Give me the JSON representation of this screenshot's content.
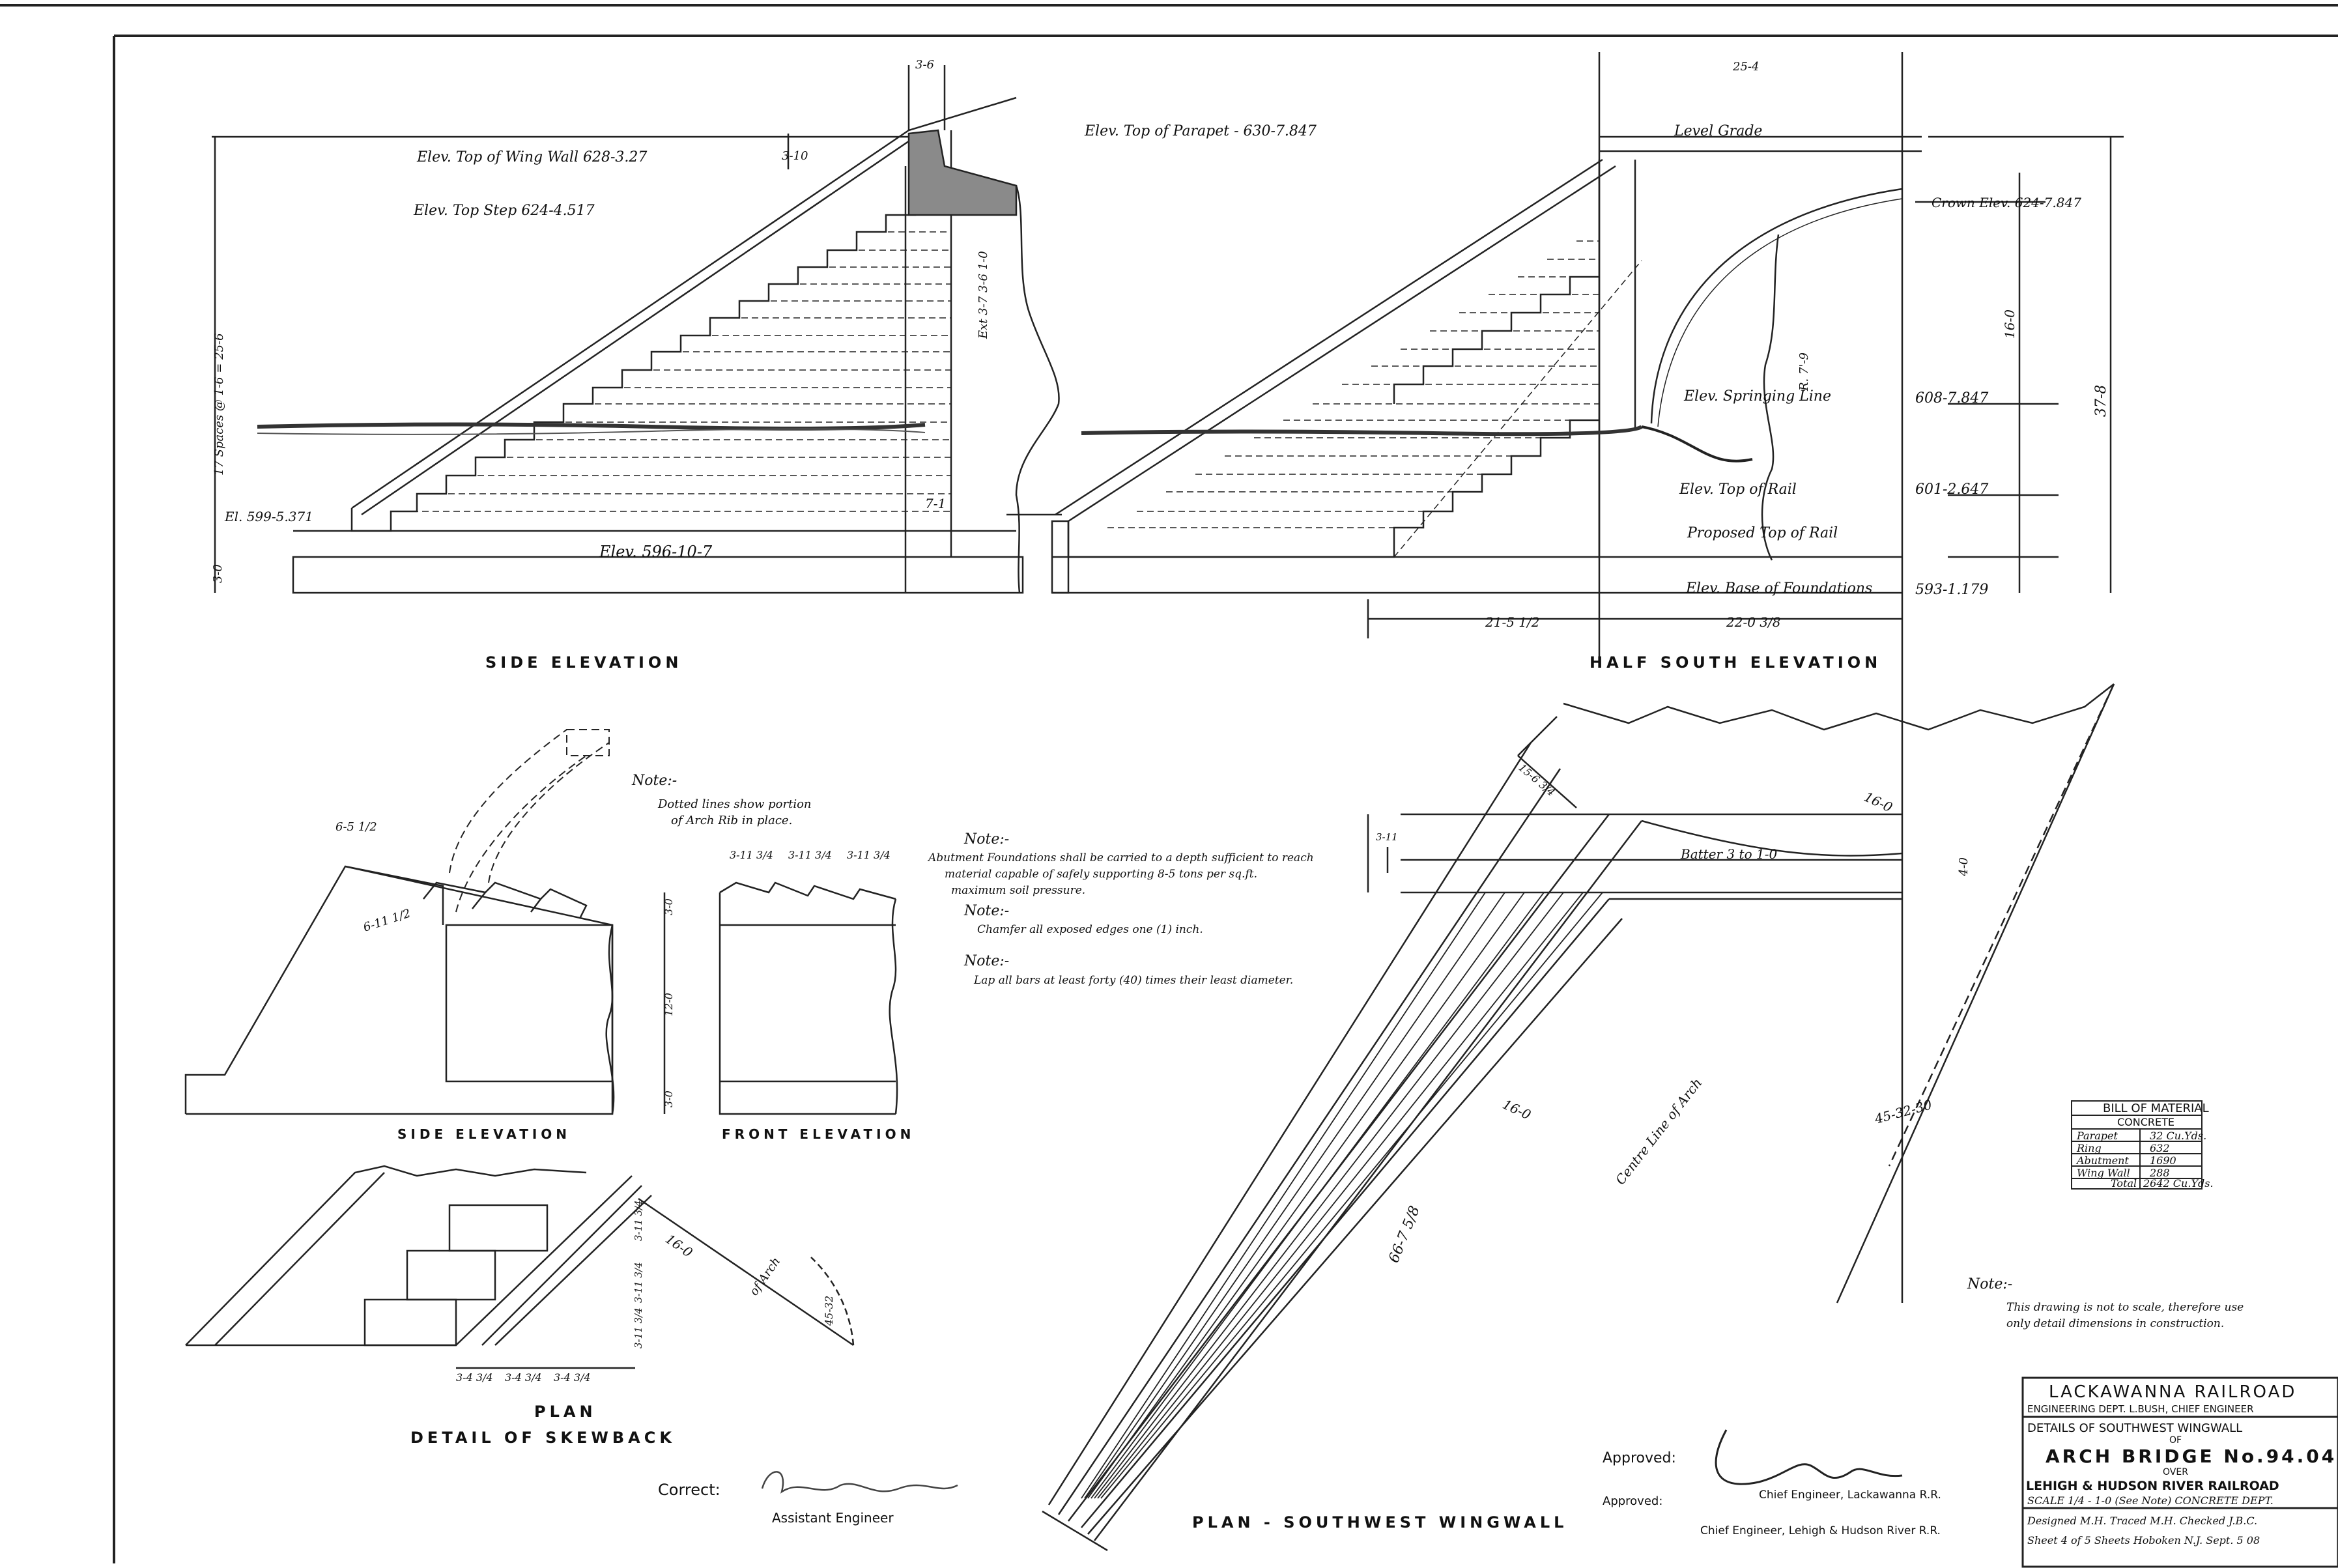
{
  "side_elevation": {
    "title": "SIDE ELEVATION",
    "elev_top_wing_wall": "Elev. Top of Wing Wall 628-3.27",
    "elev_top_step": "Elev. Top Step     624-4.517",
    "elev_base": "Elev. 596-10-7",
    "el_bottom": "El. 599-5.371",
    "dim_parapet_width": "3-6",
    "dim_steps": "17 Spaces @ 1-6 = 25-6",
    "dim_bottom": "3-0",
    "dim_top": "3-10",
    "dim_toe": "7-1",
    "dim_right_vertical": "Ext 3-7 3-6 1-0"
  },
  "half_south_elevation": {
    "title": "HALF SOUTH ELEVATION",
    "elev_top_parapet": "Elev. Top of Parapet - 630-7.847",
    "level_grade": "Level Grade",
    "crown_label": "Crown Elev. 624-7.847",
    "springing_label": "Elev. Springing Line",
    "springing_value": "608-7.847",
    "top_rail_label": "Elev. Top of Rail",
    "top_rail_value": "601-2.647",
    "proposed_rail": "Proposed Top of Rail",
    "base_foundation_label": "Elev. Base of Foundations",
    "base_foundation_value": "593-1.179",
    "dim_top_width": "25-4",
    "dim_left": "21-5 1/2",
    "dim_right": "22-0 3/8",
    "dim_total_height": "37-8",
    "dim_crown": "16-0",
    "dim_rise": "R. 7'-9"
  },
  "skewback": {
    "note_label": "Note:-",
    "note_text_1": "Dotted lines show portion",
    "note_text_2": "of Arch Rib in place.",
    "side_label": "SIDE ELEVATION",
    "front_label": "FRONT ELEVATION",
    "plan_label": "PLAN",
    "title": "DETAIL OF SKEWBACK",
    "dim_top_width": "6-5 1/2",
    "dim_slope": "6-11 1/2",
    "dim_front_1": "3-11 3/4",
    "dim_front_2": "3-11 3/4",
    "dim_front_3": "3-11 3/4",
    "dim_v1": "3-0",
    "dim_v2": "12-0",
    "dim_v3": "3-0",
    "plan_dim_16": "16-0",
    "plan_dim_arch": "of Arch",
    "plan_dim_angle": "45-32",
    "plan_dim_b1": "3-4 3/4",
    "plan_dim_b2": "3-4 3/4",
    "plan_dim_b3": "3-4 3/4",
    "plan_dim_side1": "3-11 3/4",
    "plan_dim_side2": "3-11 3/4",
    "plan_dim_side3": "3-11 3/4"
  },
  "notes": {
    "note1_label": "Note:-",
    "note1_text_1": "Abutment Foundations shall be carried to a depth sufficient to reach",
    "note1_text_2": "material capable of safely supporting 8-5 tons per sq.ft.",
    "note1_text_3": "maximum soil pressure.",
    "note2_label": "Note:-",
    "note2_text": "Chamfer all exposed edges one (1) inch.",
    "note3_label": "Note:-",
    "note3_text": "Lap all bars at least forty (40) times their least diameter.",
    "note4_label": "Note:-",
    "note4_text_1": "This drawing is not to scale, therefore use",
    "note4_text_2": "only detail dimensions in construction."
  },
  "plan": {
    "title": "PLAN - SOUTHWEST WINGWALL",
    "dim_length": "66-7 5/8",
    "dim_16a": "16-0",
    "dim_16b": "16-0",
    "dim_angle": "45-32-30",
    "batter": "Batter 3 to 1-0",
    "centerline": "Centre Line of Arch",
    "dim_15": "15-6 3/4",
    "dim_4": "4-0",
    "dim_3": "3-11"
  },
  "bill_of_material": {
    "title": "BILL OF MATERIAL",
    "subtitle": "CONCRETE",
    "rows": [
      {
        "item": "Parapet",
        "qty": "32 Cu.Yds."
      },
      {
        "item": "Ring",
        "qty": "632"
      },
      {
        "item": "Abutment",
        "qty": "1690"
      },
      {
        "item": "Wing Wall",
        "qty": "288"
      }
    ],
    "total_label": "Total",
    "total_value": "2642 Cu.Yds."
  },
  "title_block": {
    "railroad": "LACKAWANNA RAILROAD",
    "dept": "ENGINEERING DEPT.  L.BUSH, CHIEF ENGINEER",
    "details": "DETAILS OF SOUTHWEST WINGWALL",
    "of": "OF",
    "bridge": "ARCH BRIDGE No.94.04",
    "over": "OVER",
    "river": "LEHIGH & HUDSON RIVER RAILROAD",
    "scale": "SCALE 1/4 - 1-0 (See Note)   CONCRETE DEPT.",
    "designed": "Designed M.H.  Traced M.H.  Checked J.B.C.",
    "sheet": "Sheet 4 of 5 Sheets   Hoboken N.J. Sept. 5 08"
  },
  "approvals": {
    "approved1": "Approved:",
    "chief1": "Chief Engineer, Lackawanna R.R.",
    "approved2": "Approved:",
    "chief2": "Chief Engineer, Lehigh & Hudson River R.R.",
    "correct": "Correct:",
    "assistant": "Assistant Engineer"
  }
}
